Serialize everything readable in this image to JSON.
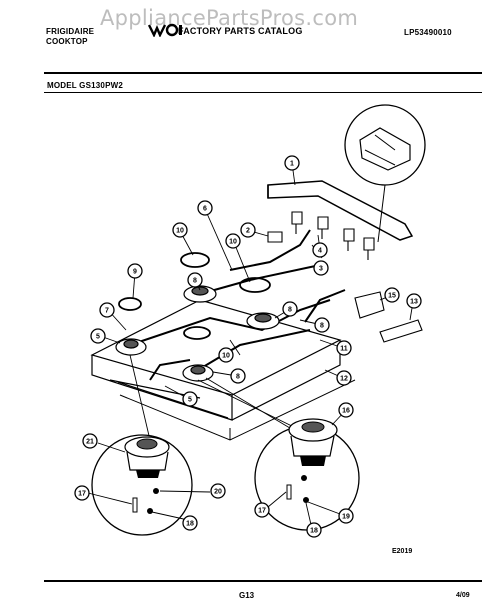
{
  "header": {
    "watermark": "AppliancePartsPros.com",
    "catalog_title": "FACTORY PARTS CATALOG",
    "brand_line1": "FRIGIDAIRE",
    "brand_line2": "COOKTOP",
    "part_number": "LP53490010",
    "model": "MODEL GS130PW2"
  },
  "diagram": {
    "code": "E2019",
    "callouts": [
      {
        "id": "c1",
        "label": "1"
      },
      {
        "id": "c2",
        "label": "2"
      },
      {
        "id": "c3",
        "label": "3"
      },
      {
        "id": "c4",
        "label": "4"
      },
      {
        "id": "c5a",
        "label": "5"
      },
      {
        "id": "c5b",
        "label": "5"
      },
      {
        "id": "c6",
        "label": "6"
      },
      {
        "id": "c7",
        "label": "7"
      },
      {
        "id": "c8a",
        "label": "8"
      },
      {
        "id": "c8b",
        "label": "8"
      },
      {
        "id": "c8c",
        "label": "8"
      },
      {
        "id": "c8d",
        "label": "8"
      },
      {
        "id": "c9a",
        "label": "9"
      },
      {
        "id": "c9b",
        "label": "9"
      },
      {
        "id": "c10a",
        "label": "10"
      },
      {
        "id": "c10b",
        "label": "10"
      },
      {
        "id": "c10c",
        "label": "10"
      },
      {
        "id": "c11",
        "label": "11"
      },
      {
        "id": "c12",
        "label": "12"
      },
      {
        "id": "c13",
        "label": "13"
      },
      {
        "id": "c15",
        "label": "15"
      },
      {
        "id": "c16",
        "label": "16"
      },
      {
        "id": "c17a",
        "label": "17"
      },
      {
        "id": "c17b",
        "label": "17"
      },
      {
        "id": "c18a",
        "label": "18"
      },
      {
        "id": "c18b",
        "label": "18"
      },
      {
        "id": "c19",
        "label": "19"
      },
      {
        "id": "c20",
        "label": "20"
      },
      {
        "id": "c21",
        "label": "21"
      }
    ]
  },
  "footer": {
    "page_code": "G13",
    "page_code_right": "4/09"
  }
}
